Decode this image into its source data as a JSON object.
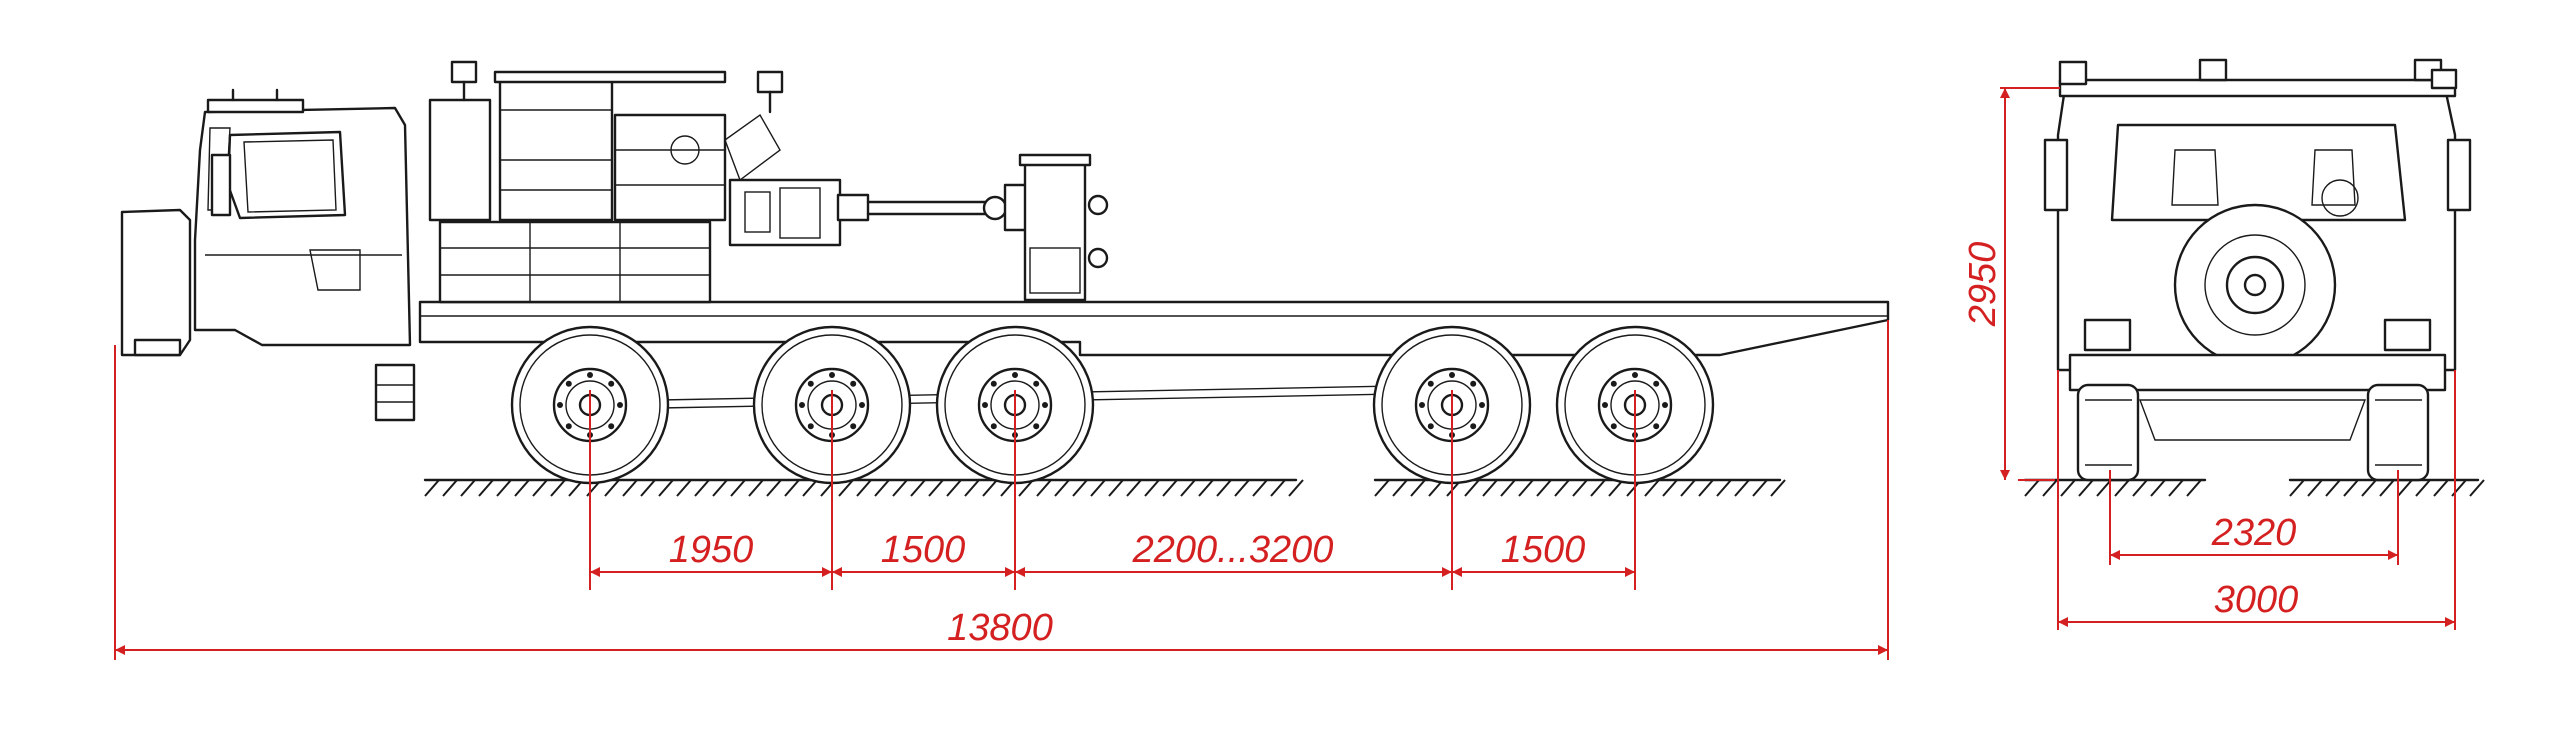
{
  "colors": {
    "drawing": "#1a1a1a",
    "dimension": "#d42020",
    "background": "#ffffff"
  },
  "dimensions": {
    "axle_1_2": "1950",
    "axle_2_3": "1500",
    "axle_3_4": "2200...3200",
    "axle_4_5": "1500",
    "overall_length": "13800",
    "height": "2950",
    "track": "2320",
    "overall_width": "3000"
  }
}
